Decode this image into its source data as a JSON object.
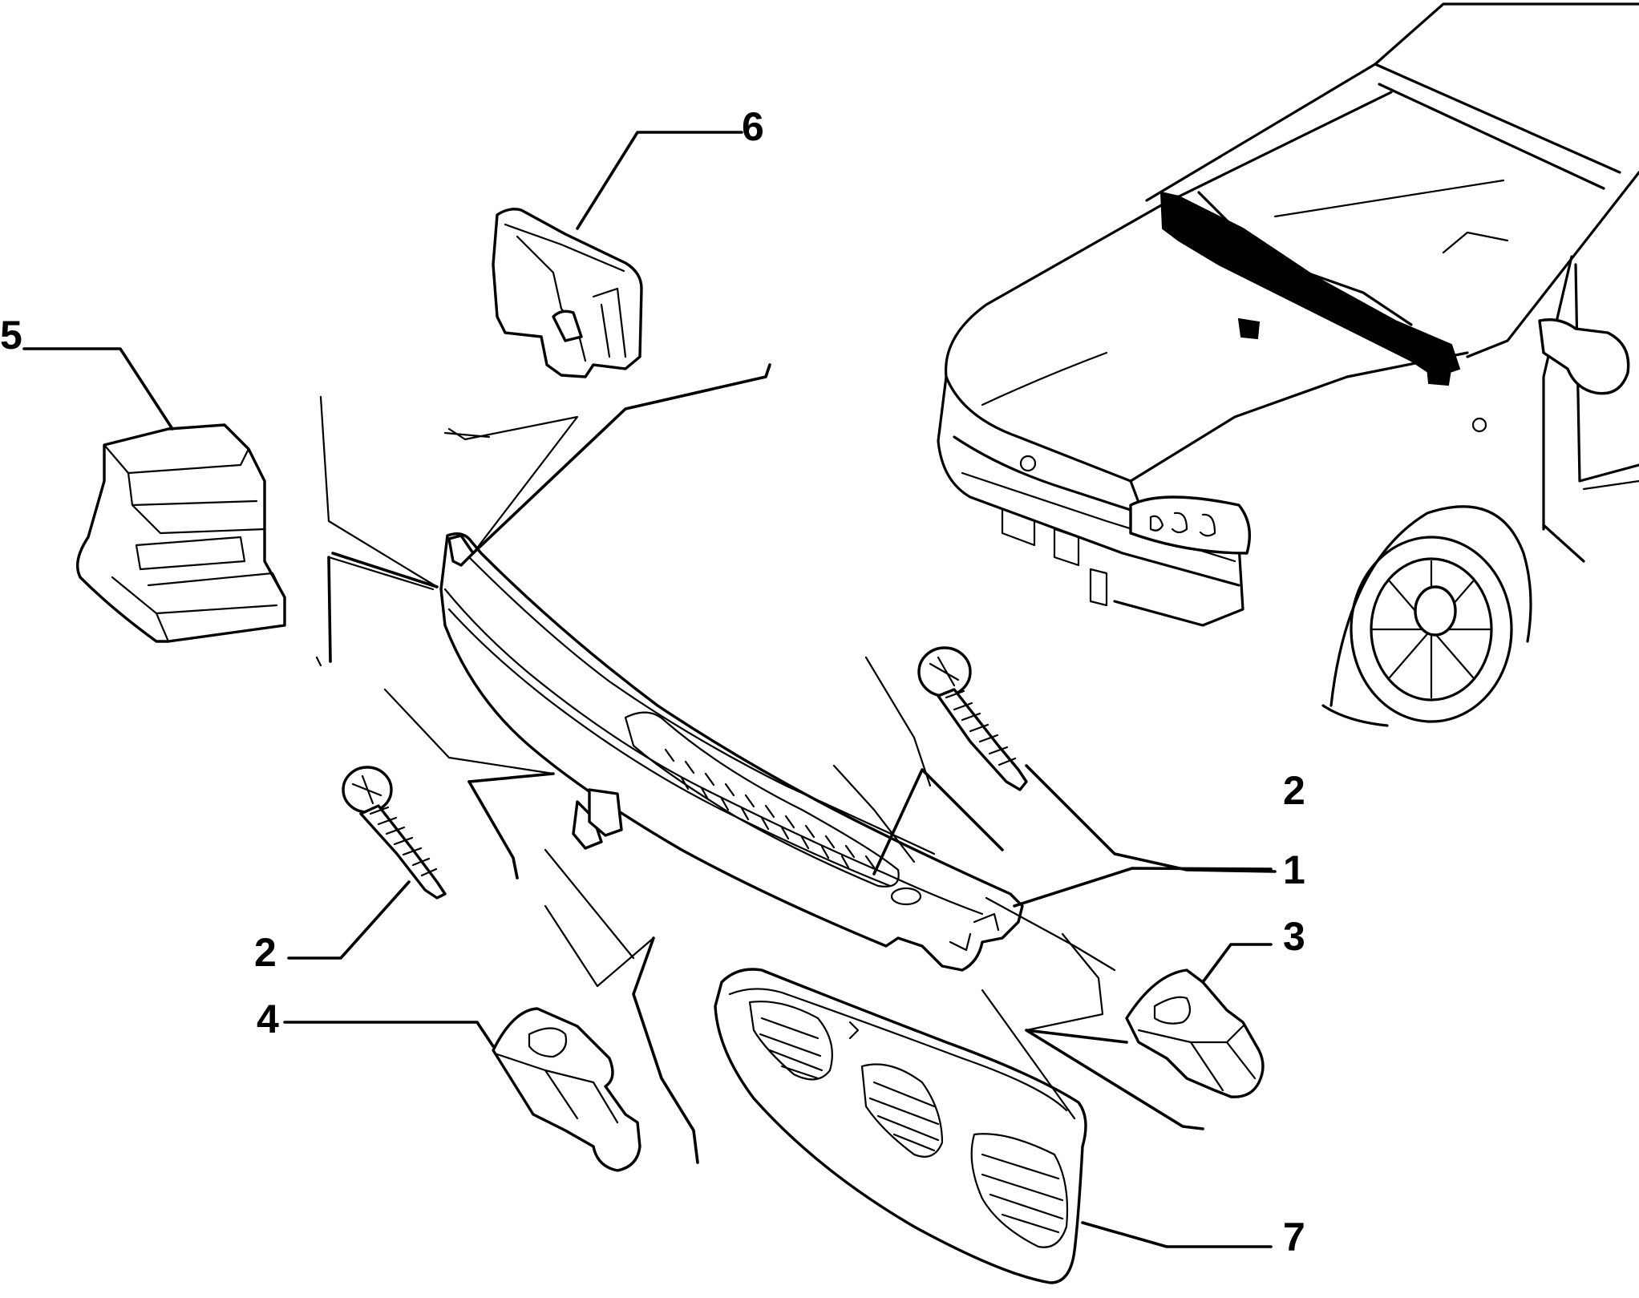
{
  "figure": {
    "callouts": {
      "c1": "1",
      "c2a": "2",
      "c2b": "2",
      "c3": "3",
      "c4": "4",
      "c5": "5",
      "c6": "6",
      "c7": "7"
    }
  }
}
